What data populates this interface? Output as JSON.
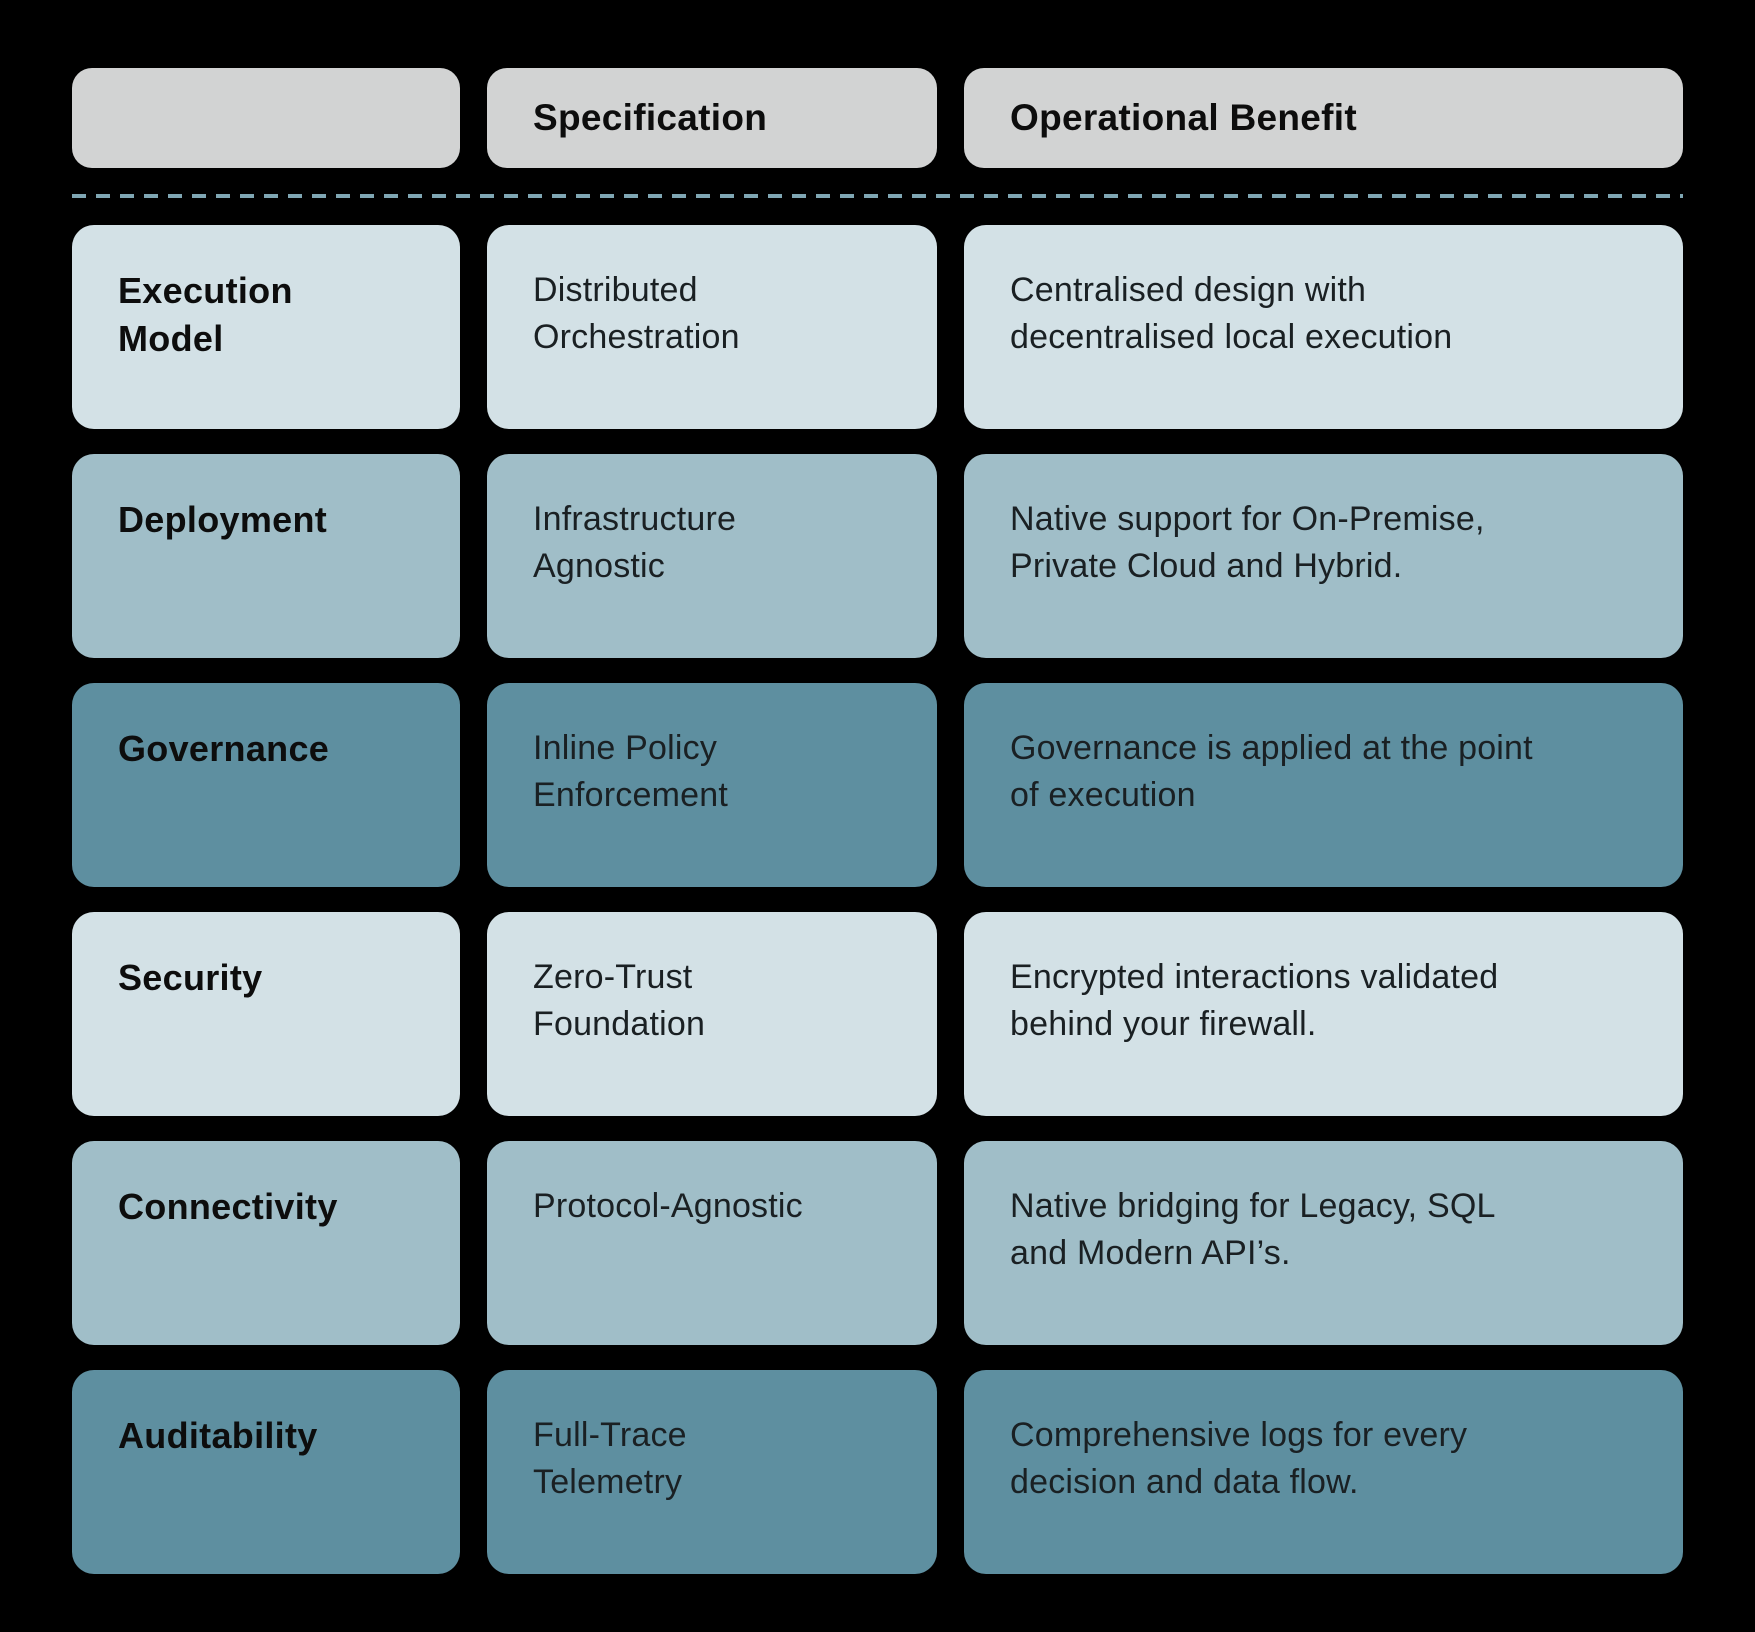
{
  "chart_data": {
    "type": "table",
    "columns": [
      "",
      "Specification",
      "Operational Benefit"
    ],
    "rows": [
      {
        "feature": "Execution\nModel",
        "specification": "Distributed\nOrchestration",
        "benefit": "Centralised design with\ndecentralised local execution",
        "tone": "light"
      },
      {
        "feature": "Deployment",
        "specification": "Infrastructure\nAgnostic",
        "benefit": "Native support for On-Premise,\nPrivate Cloud and Hybrid.",
        "tone": "medium"
      },
      {
        "feature": "Governance",
        "specification": "Inline Policy\nEnforcement",
        "benefit": "Governance is applied at the point\nof execution",
        "tone": "dark"
      },
      {
        "feature": "Security",
        "specification": "Zero-Trust\nFoundation",
        "benefit": "Encrypted interactions validated\nbehind your firewall.",
        "tone": "light"
      },
      {
        "feature": "Connectivity",
        "specification": "Protocol-Agnostic",
        "benefit": "Native bridging for Legacy, SQL\nand Modern API’s.",
        "tone": "medium"
      },
      {
        "feature": "Auditability",
        "specification": "Full-Trace\nTelemetry",
        "benefit": "Comprehensive logs for every\ndecision and data flow.",
        "tone": "dark"
      }
    ],
    "colors": {
      "background": "#000000",
      "header_fill": "#d2d3d3",
      "row_light": "#d3e1e6",
      "row_medium": "#a0bec8",
      "row_dark": "#5e8fa0",
      "divider": "#7fa6b3",
      "heading_text": "#0d0d0d",
      "body_text": "#1a2023"
    }
  }
}
